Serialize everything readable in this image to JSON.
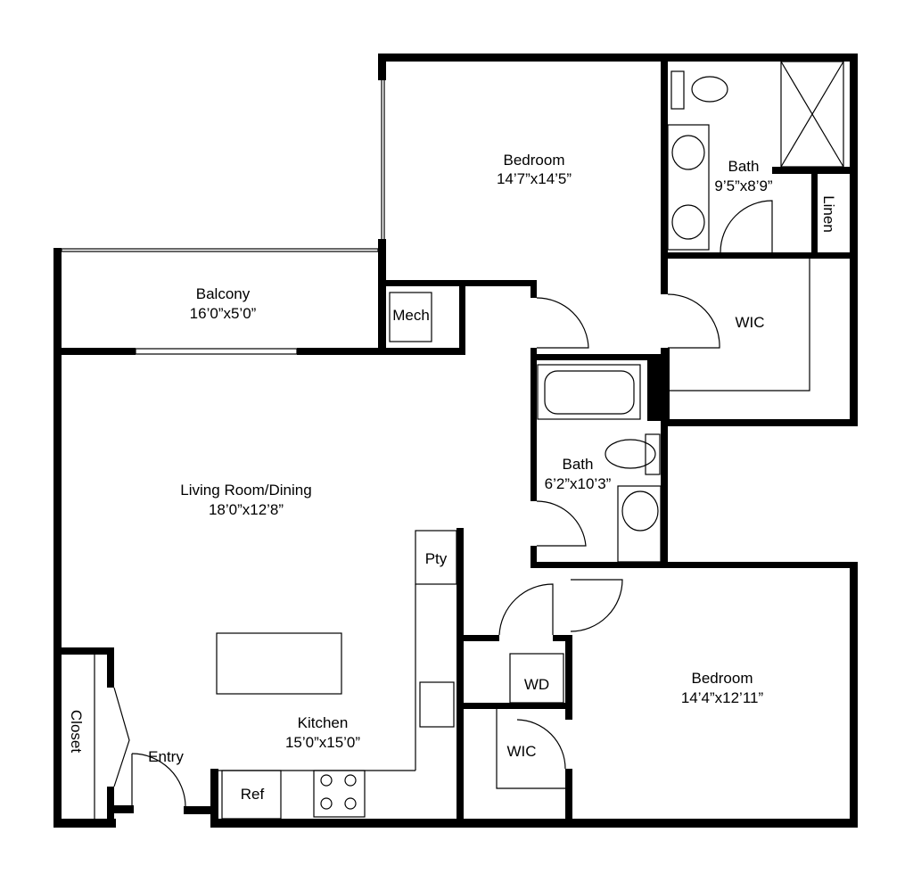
{
  "plan": {
    "rooms": {
      "bedroom1": {
        "name": "Bedroom",
        "size": "14’7”x14’5”"
      },
      "bath1": {
        "name": "Bath",
        "size": "9’5”x8’9”"
      },
      "linen": {
        "name": "Linen"
      },
      "wic1": {
        "name": "WIC"
      },
      "mech": {
        "name": "Mech"
      },
      "balcony": {
        "name": "Balcony",
        "size": "16’0”x5’0”"
      },
      "living": {
        "name": "Living Room/Dining",
        "size": "18’0”x12’8”"
      },
      "bath2": {
        "name": "Bath",
        "size": "6’2”x10’3”"
      },
      "pantry": {
        "name": "Pty"
      },
      "wd": {
        "name": "WD"
      },
      "bedroom2": {
        "name": "Bedroom",
        "size": "14’4”x12’11”"
      },
      "wic2": {
        "name": "WIC"
      },
      "closet": {
        "name": "Closet"
      },
      "entry": {
        "name": "Entry"
      },
      "kitchen": {
        "name": "Kitchen",
        "size": "15’0”x15’0”"
      },
      "ref": {
        "name": "Ref"
      }
    }
  }
}
